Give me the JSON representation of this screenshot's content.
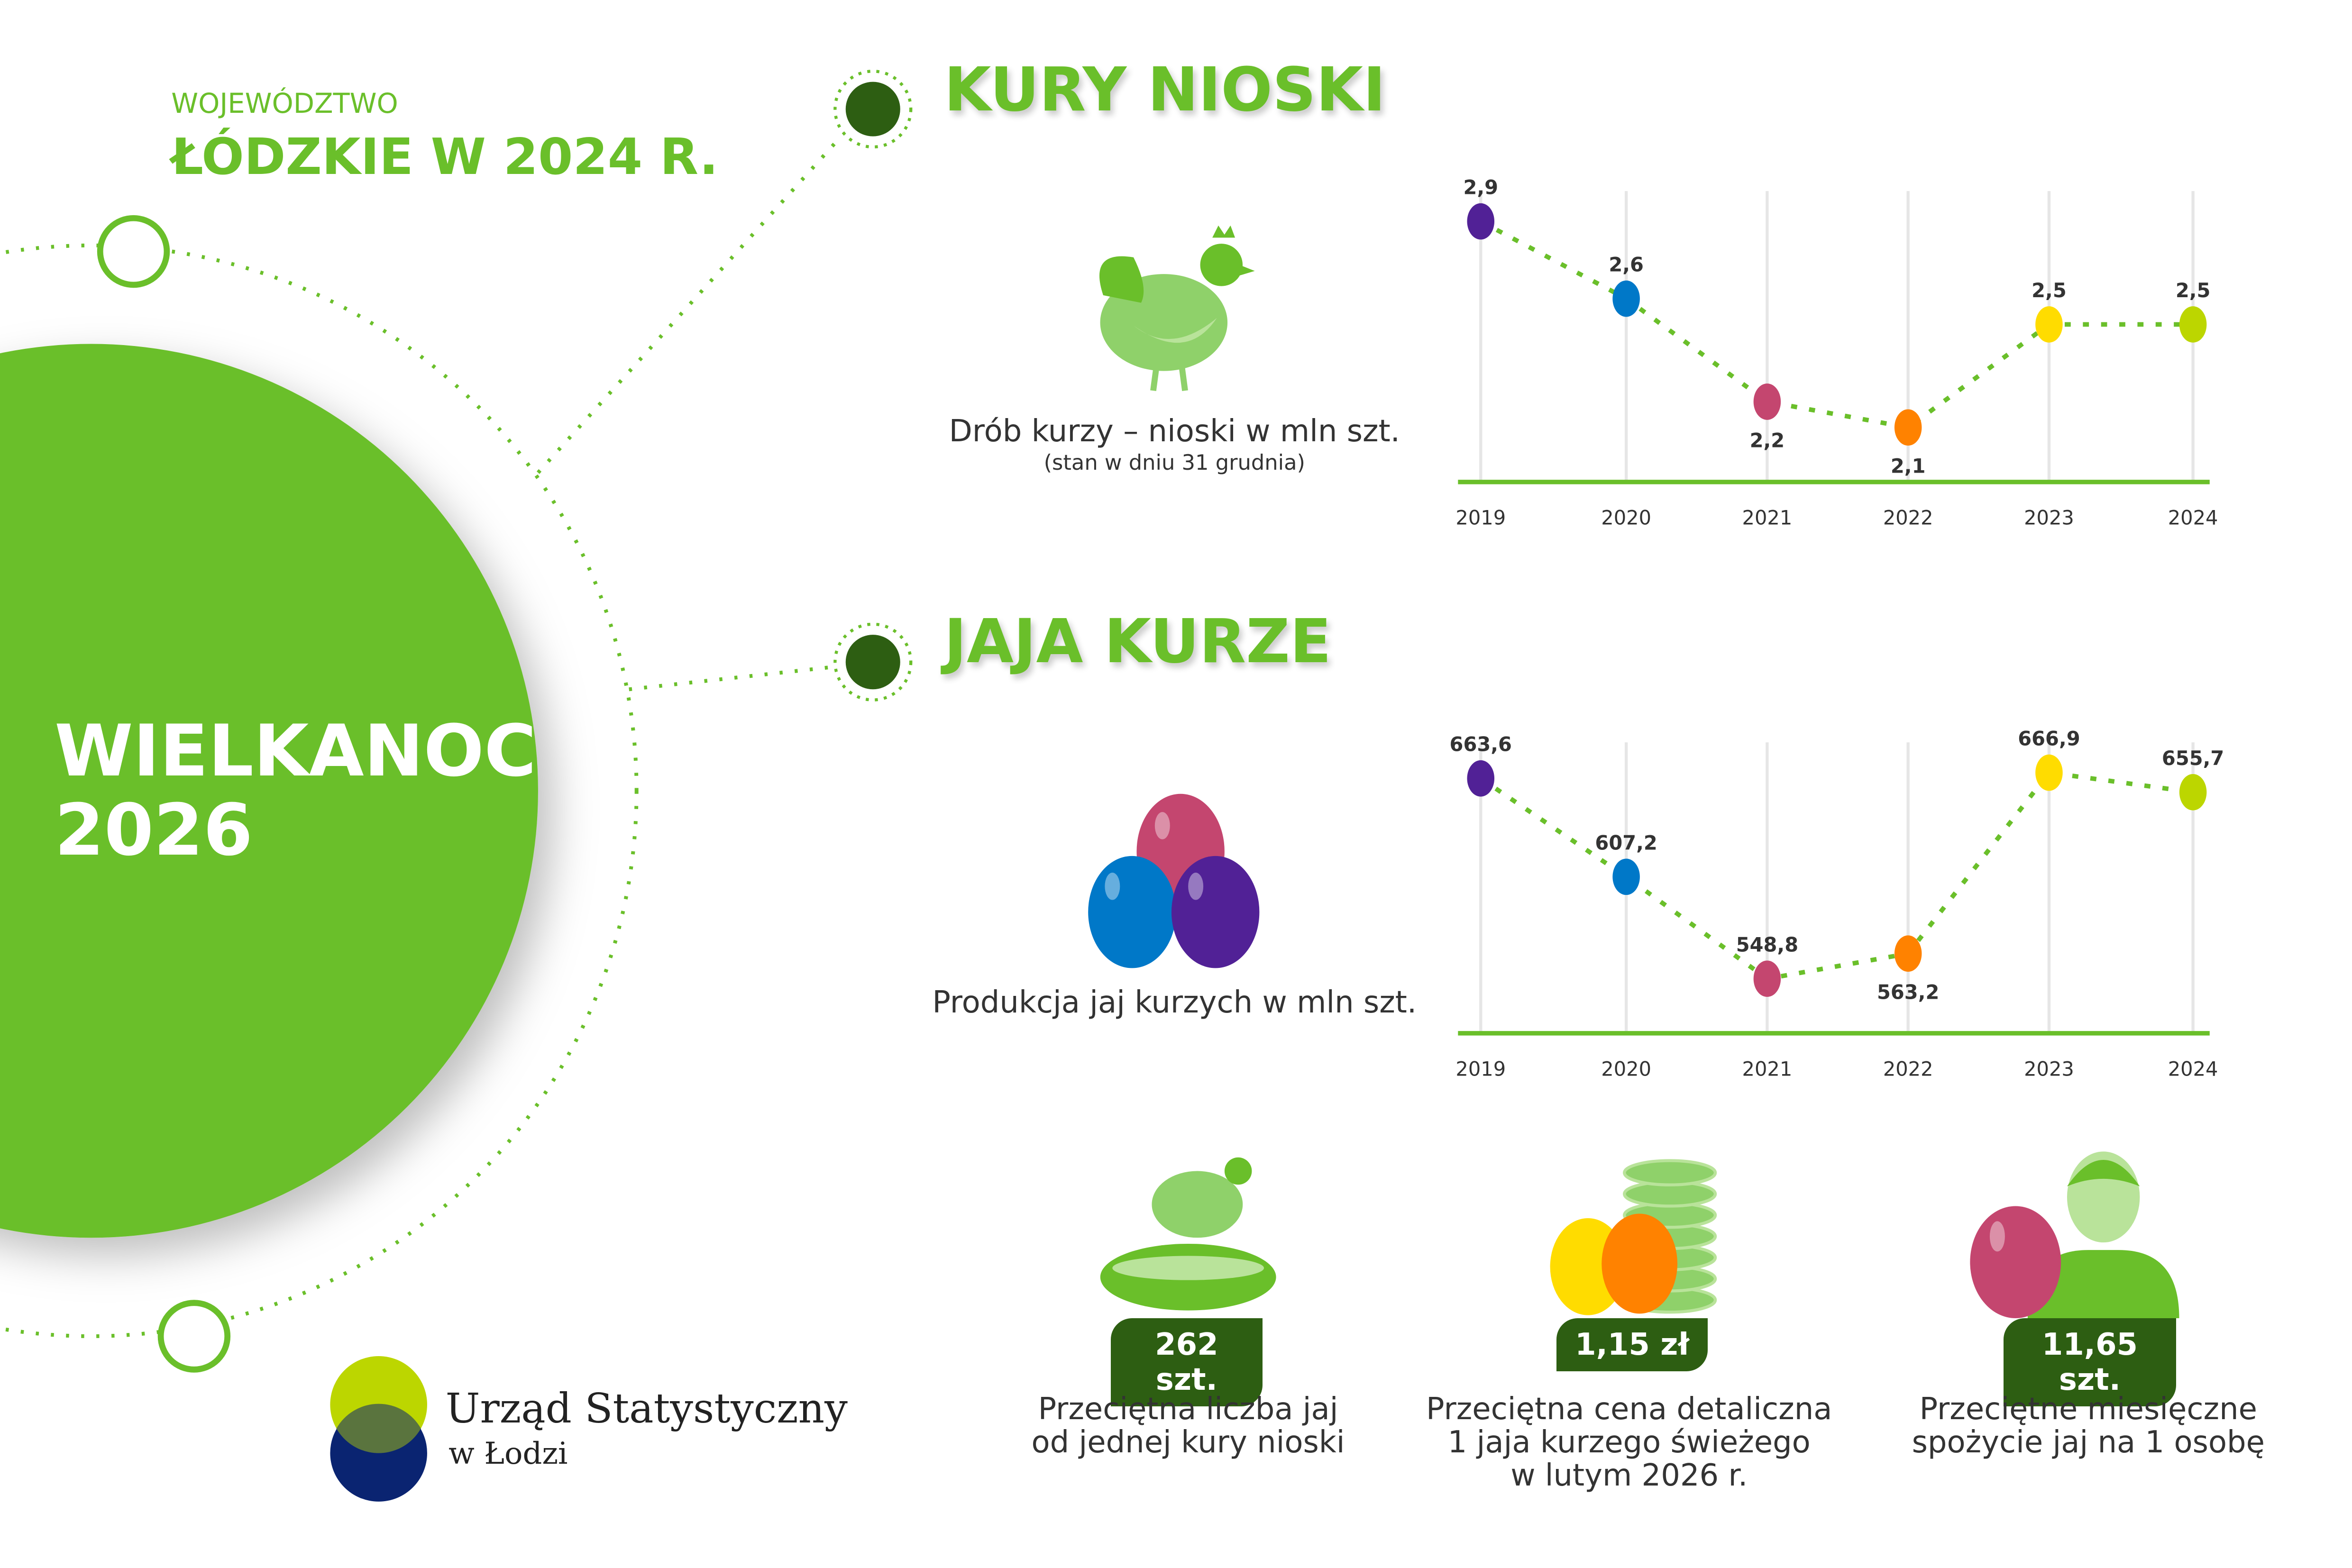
{
  "header": {
    "region_small": "WOJEWÓDZTWO",
    "region_big": "ŁÓDZKIE W 2024 R."
  },
  "hero": {
    "line1": "WIELKANOC",
    "line2": "2026"
  },
  "sections": [
    {
      "title": "KURY NIOSKI",
      "caption": "Drób kurzy – nioski w mln szt.",
      "subcaption": "(stan w dniu 31 grudnia)",
      "icon": "hen-icon"
    },
    {
      "title": "JAJA KURZE",
      "caption": "Produkcja jaj kurzych w mln szt.",
      "icon": "eggs-icon"
    }
  ],
  "chart_data": [
    {
      "type": "line",
      "categories": [
        "2019",
        "2020",
        "2021",
        "2022",
        "2023",
        "2024"
      ],
      "values": [
        2.9,
        2.6,
        2.2,
        2.1,
        2.5,
        2.5
      ],
      "labels": [
        "2,9",
        "2,6",
        "2,2",
        "2,1",
        "2,5",
        "2,5"
      ],
      "grid": "vertical"
    },
    {
      "type": "line",
      "categories": [
        "2019",
        "2020",
        "2021",
        "2022",
        "2023",
        "2024"
      ],
      "values": [
        663.6,
        607.2,
        548.8,
        563.2,
        666.9,
        655.7
      ],
      "labels": [
        "663,6",
        "607,2",
        "548,8",
        "563,2",
        "666,9",
        "655,7"
      ],
      "grid": "vertical"
    }
  ],
  "colors": {
    "accent": "#6abf2a",
    "dark": "#2d5e12",
    "eggs": [
      "#512196",
      "#0078c8",
      "#c4466f",
      "#ff8200",
      "#ffdc00",
      "#bcd600"
    ]
  },
  "stats": [
    {
      "value": "262 szt.",
      "caption": [
        "Przeciętna liczba jaj",
        "od jednej kury nioski"
      ],
      "icon": "nest-icon"
    },
    {
      "value": "1,15 zł",
      "caption": [
        "Przeciętna cena detaliczna",
        "1 jaja kurzego świeżego",
        "w lutym 2026 r."
      ],
      "icon": "coins-eggs-icon"
    },
    {
      "value": "11,65 szt.",
      "caption": [
        "Przeciętne miesięczne",
        "spożycie jaj na 1 osobę"
      ],
      "icon": "person-egg-icon"
    }
  ],
  "logo": {
    "name": "Urząd Statystyczny",
    "city": "w Łodzi"
  }
}
